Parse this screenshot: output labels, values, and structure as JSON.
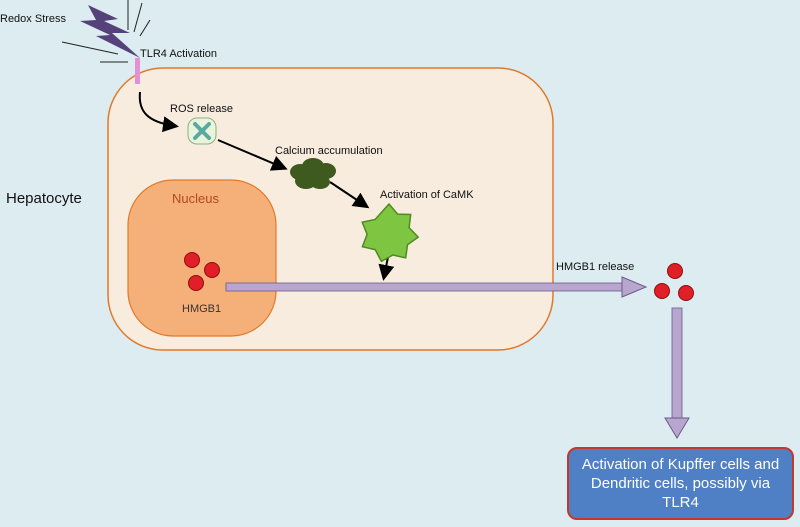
{
  "labels": {
    "redox_stress": "Redox Stress",
    "tlr4_activation": "TLR4 Activation",
    "ros_release": "ROS release",
    "calcium_accumulation": "Calcium accumulation",
    "camk_activation": "Activation of  CaMK",
    "hepatocyte": "Hepatocyte",
    "nucleus": "Nucleus",
    "hmgb1": "HMGB1",
    "hmgb1_release": "HMGB1 release"
  },
  "outcome": {
    "text": "Activation of Kupffer cells and Dendritic cells, possibly via TLR4"
  },
  "colors": {
    "background": "#dcecf0",
    "cell_fill": "#f8ecdf",
    "cell_border": "#e07a2a",
    "nucleus_fill": "#f5b07a",
    "nucleus_label": "#b24a1a",
    "lightning": "#55427a",
    "receptor": "#e58fd6",
    "ros": "#5aa9a0",
    "calcium": "#3f5a1e",
    "camk": "#7ec641",
    "hmgb1": "#e01f26",
    "release_arrow": "#b9a6cf",
    "outcome_fill": "#4f7fc4",
    "outcome_border": "#c0392b"
  },
  "icons": [
    "lightning-bolt-icon",
    "ros-molecule-icon",
    "calcium-cluster-icon",
    "camk-star-icon",
    "hmgb1-molecules-icon"
  ]
}
